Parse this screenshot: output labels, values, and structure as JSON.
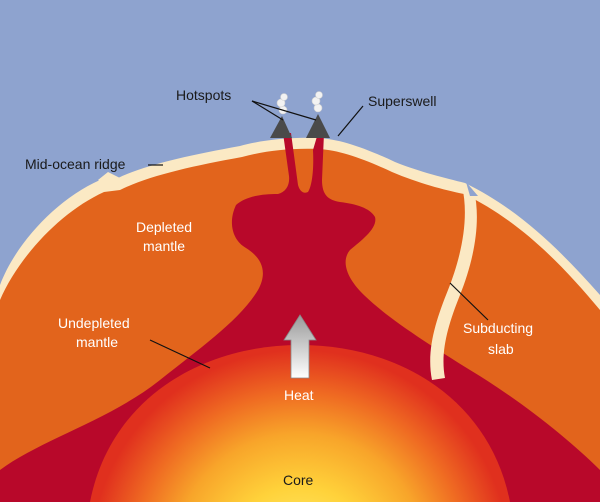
{
  "labels": {
    "hotspots": "Hotspots",
    "superswell": "Superswell",
    "mid_ocean_ridge": "Mid-ocean ridge",
    "depleted_line1": "Depleted",
    "depleted_line2": "mantle",
    "undepleted_line1": "Undepleted",
    "undepleted_line2": "mantle",
    "subducting_line1": "Subducting",
    "subducting_line2": "slab",
    "heat": "Heat",
    "core": "Core"
  },
  "colors": {
    "sky": "#8ea3cf",
    "crust": "#fbe9c4",
    "upper_mantle": "#e2641c",
    "lower_mantle": "#b8082a",
    "core_inner": "#fff27a",
    "core_outer": "#e8351c",
    "volcano": "#4a4a4a"
  }
}
